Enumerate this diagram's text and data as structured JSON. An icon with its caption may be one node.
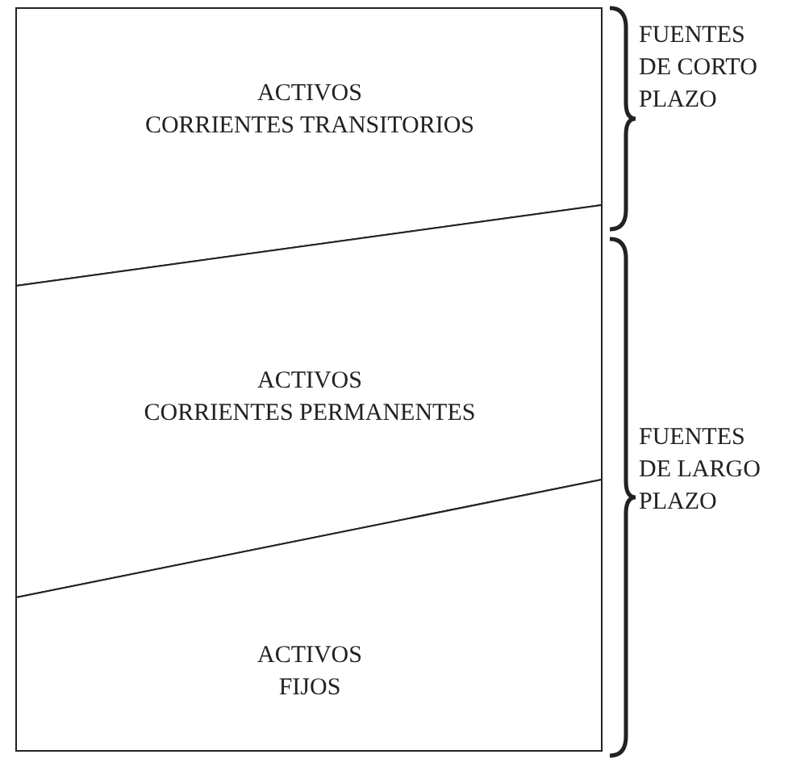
{
  "diagram": {
    "nodes": [
      {
        "text": [
          "ACTIVOS CORRIENTES TRANSITORIOS"
        ]
      },
      {
        "text": [
          "ACTIVOS CORRIENTES PERMANENTES"
        ]
      },
      {
        "text": [
          "ACTIVOS FIJOS"
        ]
      }
    ],
    "labels": [
      "FUENTES DE CORTO PLAZO",
      "FUENTES DE LARGO PLAZO"
    ]
  }
}
